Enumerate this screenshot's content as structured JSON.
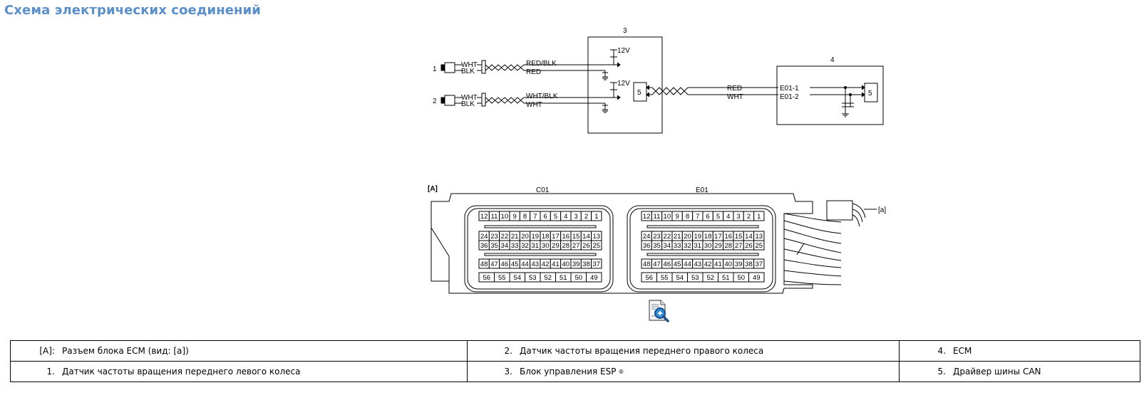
{
  "page": {
    "title": "Схема электрических соединений"
  },
  "diagram": {
    "wiring": {
      "sensor1_num": "1",
      "sensor2_num": "2",
      "esp_num": "3",
      "ecm_num": "4",
      "esp_driver_num": "5",
      "ecm_driver_num": "5",
      "v12_top": "12V",
      "v12_bottom": "12V",
      "s1_wht": "WHT",
      "s1_blk": "BLK",
      "s2_wht": "WHT",
      "s2_blk": "BLK",
      "s1_out_red_blk": "RED/BLK",
      "s1_out_red": "RED",
      "s2_out_wht_blk": "WHT/BLK",
      "s2_out_wht": "WHT",
      "can_red": "RED",
      "can_wht": "WHT",
      "pin_e01_1": "E01-1",
      "pin_e01_2": "E01-2"
    },
    "connector": {
      "label_a": "[A]",
      "label_c01": "C01",
      "label_e01": "E01",
      "label_view": "[a]",
      "rows": [
        [
          "12",
          "11",
          "10",
          "9",
          "8",
          "7",
          "6",
          "5",
          "4",
          "3",
          "2",
          "1"
        ],
        [
          "24",
          "23",
          "22",
          "21",
          "20",
          "19",
          "18",
          "17",
          "16",
          "15",
          "14",
          "13"
        ],
        [
          "36",
          "35",
          "34",
          "33",
          "32",
          "31",
          "30",
          "29",
          "28",
          "27",
          "26",
          "25"
        ],
        [
          "48",
          "47",
          "46",
          "45",
          "44",
          "43",
          "42",
          "41",
          "40",
          "39",
          "38",
          "37"
        ],
        [
          "56",
          "55",
          "54",
          "53",
          "52",
          "51",
          "50",
          "49"
        ]
      ]
    }
  },
  "icons": {
    "zoom": "zoom-document-icon"
  },
  "legend": {
    "rows": [
      [
        {
          "num": "[A]:",
          "text": "Разъем блока ECM (вид: [a])"
        },
        {
          "num": "2.",
          "text": "Датчик частоты вращения переднего правого колеса"
        },
        {
          "num": "4.",
          "text": "ECM"
        }
      ],
      [
        {
          "num": "1.",
          "text": "Датчик частоты вращения переднего левого колеса"
        },
        {
          "num": "3.",
          "text": "Блок управления ESP",
          "sup": "®"
        },
        {
          "num": "5.",
          "text": "Драйвер шины CAN"
        }
      ]
    ]
  }
}
